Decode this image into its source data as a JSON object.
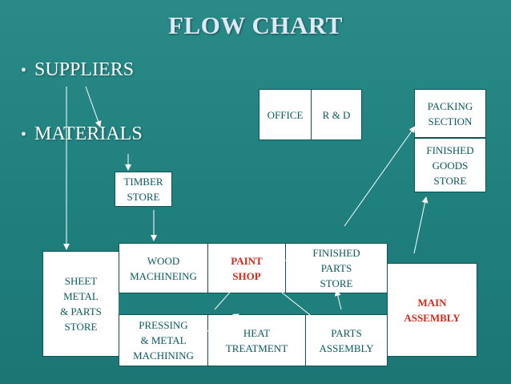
{
  "title": "FLOW CHART",
  "bullets": [
    "SUPPLIERS",
    "MATERIALS"
  ],
  "boxes": {
    "timber_store": "TIMBER\nSTORE",
    "office": "OFFICE",
    "r_and_d": "R & D",
    "packing_section": "PACKING\nSECTION",
    "finished_goods_store": "FINISHED\nGOODS\nSTORE",
    "sheet_metal_store": "SHEET\nMETAL\n& PARTS\nSTORE",
    "wood_machining": "WOOD\nMACHINEING",
    "paint_shop": "PAINT\nSHOP",
    "finished_parts_store": "FINISHED\nPARTS\nSTORE",
    "main_assembly": "MAIN\nASSEMBLY",
    "pressing_metal_machining": "PRESSING\n& METAL\nMACHINING",
    "heat_treatment": "HEAT\nTREATMENT",
    "parts_assembly": "PARTS\nASSEMBLY"
  },
  "colors": {
    "background": "#1f7f7d",
    "title": "#dfe8f6",
    "box_text": "#0a5a5f",
    "highlight_text": "#d12a1a"
  }
}
